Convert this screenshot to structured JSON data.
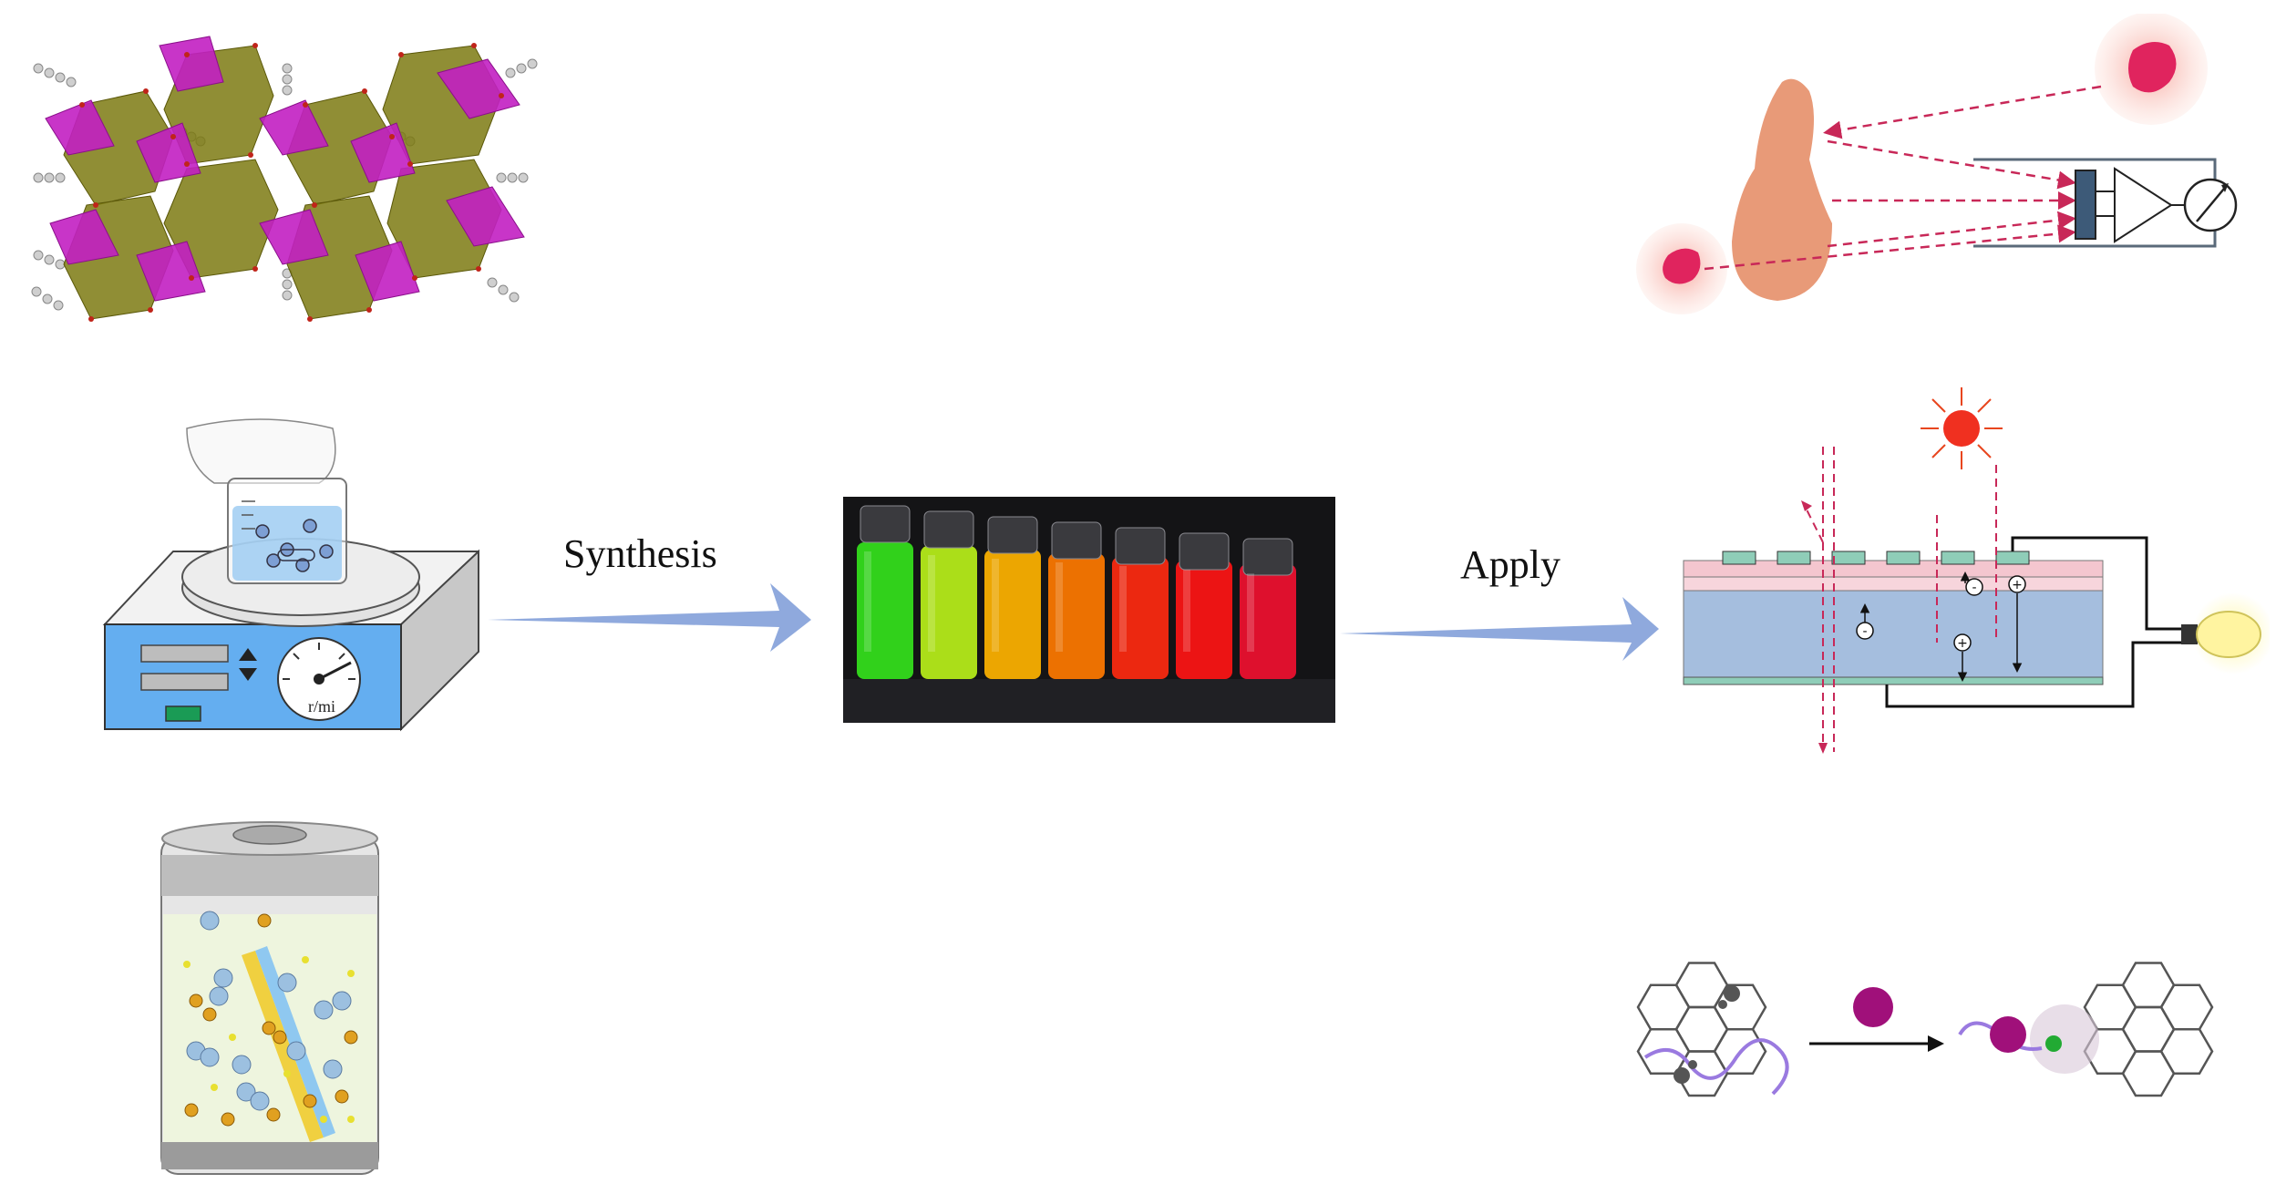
{
  "flow": {
    "synthesis_label": "Synthesis",
    "apply_label": "Apply"
  },
  "hotplate": {
    "dial_label": "r/mi"
  },
  "solar_cell": {
    "minus_sign": "-",
    "plus_sign": "+"
  },
  "vials": {
    "colors": [
      "#34e21c",
      "#b8f01a",
      "#ffb300",
      "#ff7a00",
      "#ff2a10",
      "#ff1515",
      "#f01030"
    ]
  },
  "colors": {
    "arrow": "#8fa9dd",
    "octahedron": "#7d7a12",
    "tetrahedron": "#c21fc2",
    "hotplate_blue": "#64aef0",
    "vial_bg": "#141416",
    "photodetector_head": "#e89a78",
    "tumor": "#e0245e",
    "solar_top": "#f4c6cf",
    "solar_main": "#a5bede",
    "electrode": "#8fcdb8",
    "bulb": "#fff4a0",
    "particle": "#a0107a",
    "chain": "#9a7ae0"
  }
}
